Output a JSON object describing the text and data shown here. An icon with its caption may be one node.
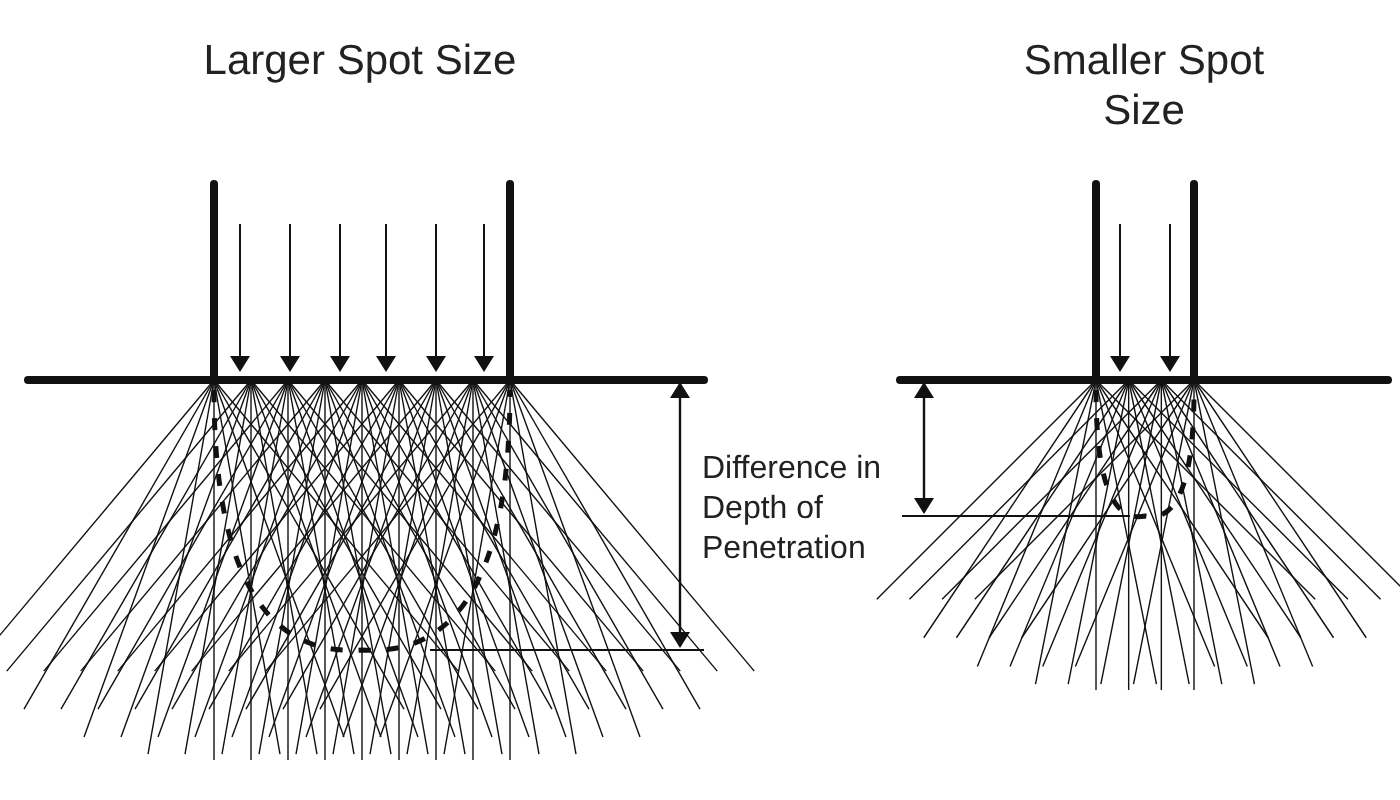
{
  "diagram": {
    "labels": [
      "Larger Spot Size",
      "Smaller Spot Size",
      "Difference in Depth of Penetration"
    ]
  }
}
